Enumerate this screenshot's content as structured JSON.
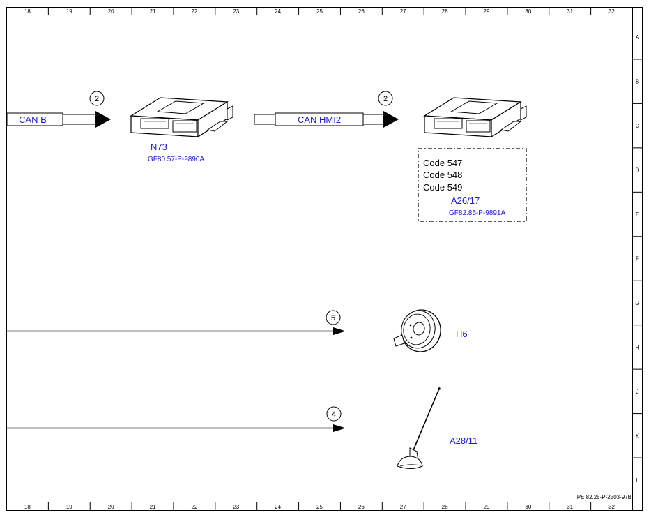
{
  "frame": {
    "columns": [
      "18",
      "19",
      "20",
      "21",
      "22",
      "23",
      "24",
      "25",
      "26",
      "27",
      "28",
      "29",
      "30",
      "31",
      "32"
    ],
    "rows": [
      "A",
      "B",
      "C",
      "D",
      "E",
      "F",
      "G",
      "H",
      "J",
      "K",
      "L"
    ],
    "doc_id": "PE 82.25-P-2503-97B"
  },
  "connections": {
    "can_b": {
      "label": "CAN B",
      "callout": "2"
    },
    "can_hmi2": {
      "label": "CAN HMI2",
      "callout": "2"
    },
    "line_h6": {
      "callout": "5"
    },
    "line_a28": {
      "callout": "4"
    }
  },
  "components": {
    "n73": {
      "code": "N73",
      "ref": "GF80.57-P-9890A"
    },
    "a26_17": {
      "codes": [
        "Code 547",
        "Code 548",
        "Code 549"
      ],
      "code": "A26/17",
      "ref": "GF82.85-P-9891A"
    },
    "h6": {
      "code": "H6"
    },
    "a28_11": {
      "code": "A28/11"
    }
  },
  "colors": {
    "label_blue": "#1a1ad6",
    "line": "#000000"
  }
}
